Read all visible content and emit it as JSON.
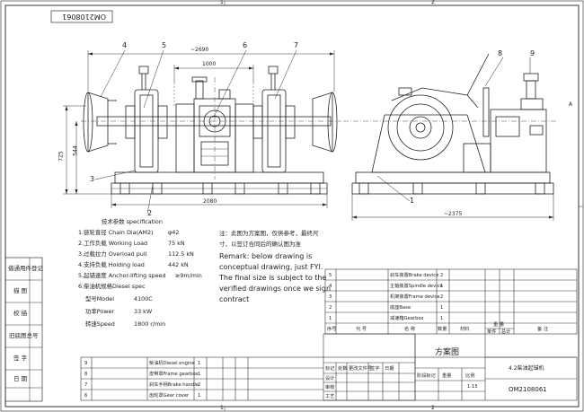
{
  "border": {
    "zone_top": [
      "1",
      "2"
    ],
    "zone_bottom": [
      "1",
      "2"
    ],
    "zone_right": "A",
    "drawing_no_stamp": "OM2108061"
  },
  "views": {
    "front": {
      "dims": [
        "~2690",
        "1000",
        "544",
        "725",
        "2080"
      ],
      "balloons": [
        "4",
        "5",
        "6",
        "7",
        "3",
        "2"
      ]
    },
    "side": {
      "dims": [
        "~2375"
      ],
      "balloons": [
        "8",
        "9",
        "1"
      ]
    }
  },
  "spec": {
    "title": "技术参数   specification",
    "items": [
      {
        "label": "1.链轮直径 Chain Dia(AM2)",
        "value": "φ42"
      },
      {
        "label": "2.工作负载 Working Load",
        "value": "75 kN"
      },
      {
        "label": "3.过载拉力 Overload pull",
        "value": "112.5 kN"
      },
      {
        "label": "4.支持负载 Holding load",
        "value": "442 kN"
      },
      {
        "label": "5.起锚速度 Anchor-lifting speed",
        "value": "≥9m/min"
      },
      {
        "label": "6.柴油机规格Diesel spec",
        "value": ""
      }
    ],
    "diesel": [
      {
        "label": "型号Model",
        "value": "4100C"
      },
      {
        "label": "功率Power",
        "value": "33 kW"
      },
      {
        "label": "转速Speed",
        "value": "1800 r/min"
      }
    ]
  },
  "note": {
    "cn_line1": "注：此图为方案图，仅供参考，最终尺",
    "cn_line2": "寸，以签订合同后的确认图为准",
    "en_lines": [
      "Remark: below drawing is",
      "conceptual drawing, just FYI.",
      "The final size is subject to the",
      "verified drawings once we sign",
      "contract"
    ]
  },
  "sidebar": [
    "借通用件登记",
    "描  图",
    "校  描",
    "旧底图总号",
    "签  字",
    "日  期"
  ],
  "bom_upper": {
    "rows": [
      {
        "no": "5",
        "name": "刹车装置Brake device",
        "qty": "2"
      },
      {
        "no": "4",
        "name": "主轴装置Spindle device",
        "qty": "1"
      },
      {
        "no": "3",
        "name": "机架装置Frame device",
        "qty": "2"
      },
      {
        "no": "2",
        "name": "底座Base",
        "qty": "1"
      },
      {
        "no": "1",
        "name": "减速箱Gearbox",
        "qty": "1"
      }
    ],
    "header": [
      "序号",
      "代  号",
      "名  称",
      "数量",
      "材料",
      "单件",
      "总计",
      "重  量",
      "备  注"
    ]
  },
  "bom_lower": {
    "rows": [
      {
        "no": "9",
        "name": "柴油机Diesel engine",
        "qty": "1"
      },
      {
        "no": "8",
        "name": "皮带罩Frame gearbox",
        "qty": "1"
      },
      {
        "no": "7",
        "name": "刹车手柄Brake handle",
        "qty": "2"
      },
      {
        "no": "6",
        "name": "齿轮罩Gear cover",
        "qty": "1"
      }
    ],
    "sign_header": [
      "标记",
      "处数",
      "更改文件号",
      "签字",
      "日期"
    ],
    "sign_rows": [
      "设计",
      "审核",
      "工艺"
    ]
  },
  "title_block": {
    "drawing_title": "方案图",
    "product": "4.2柴油起锚机",
    "drawing_no": "OM2108061",
    "scale": "1:15",
    "stage_header": [
      "阶段标记",
      "重量",
      "比例"
    ]
  }
}
